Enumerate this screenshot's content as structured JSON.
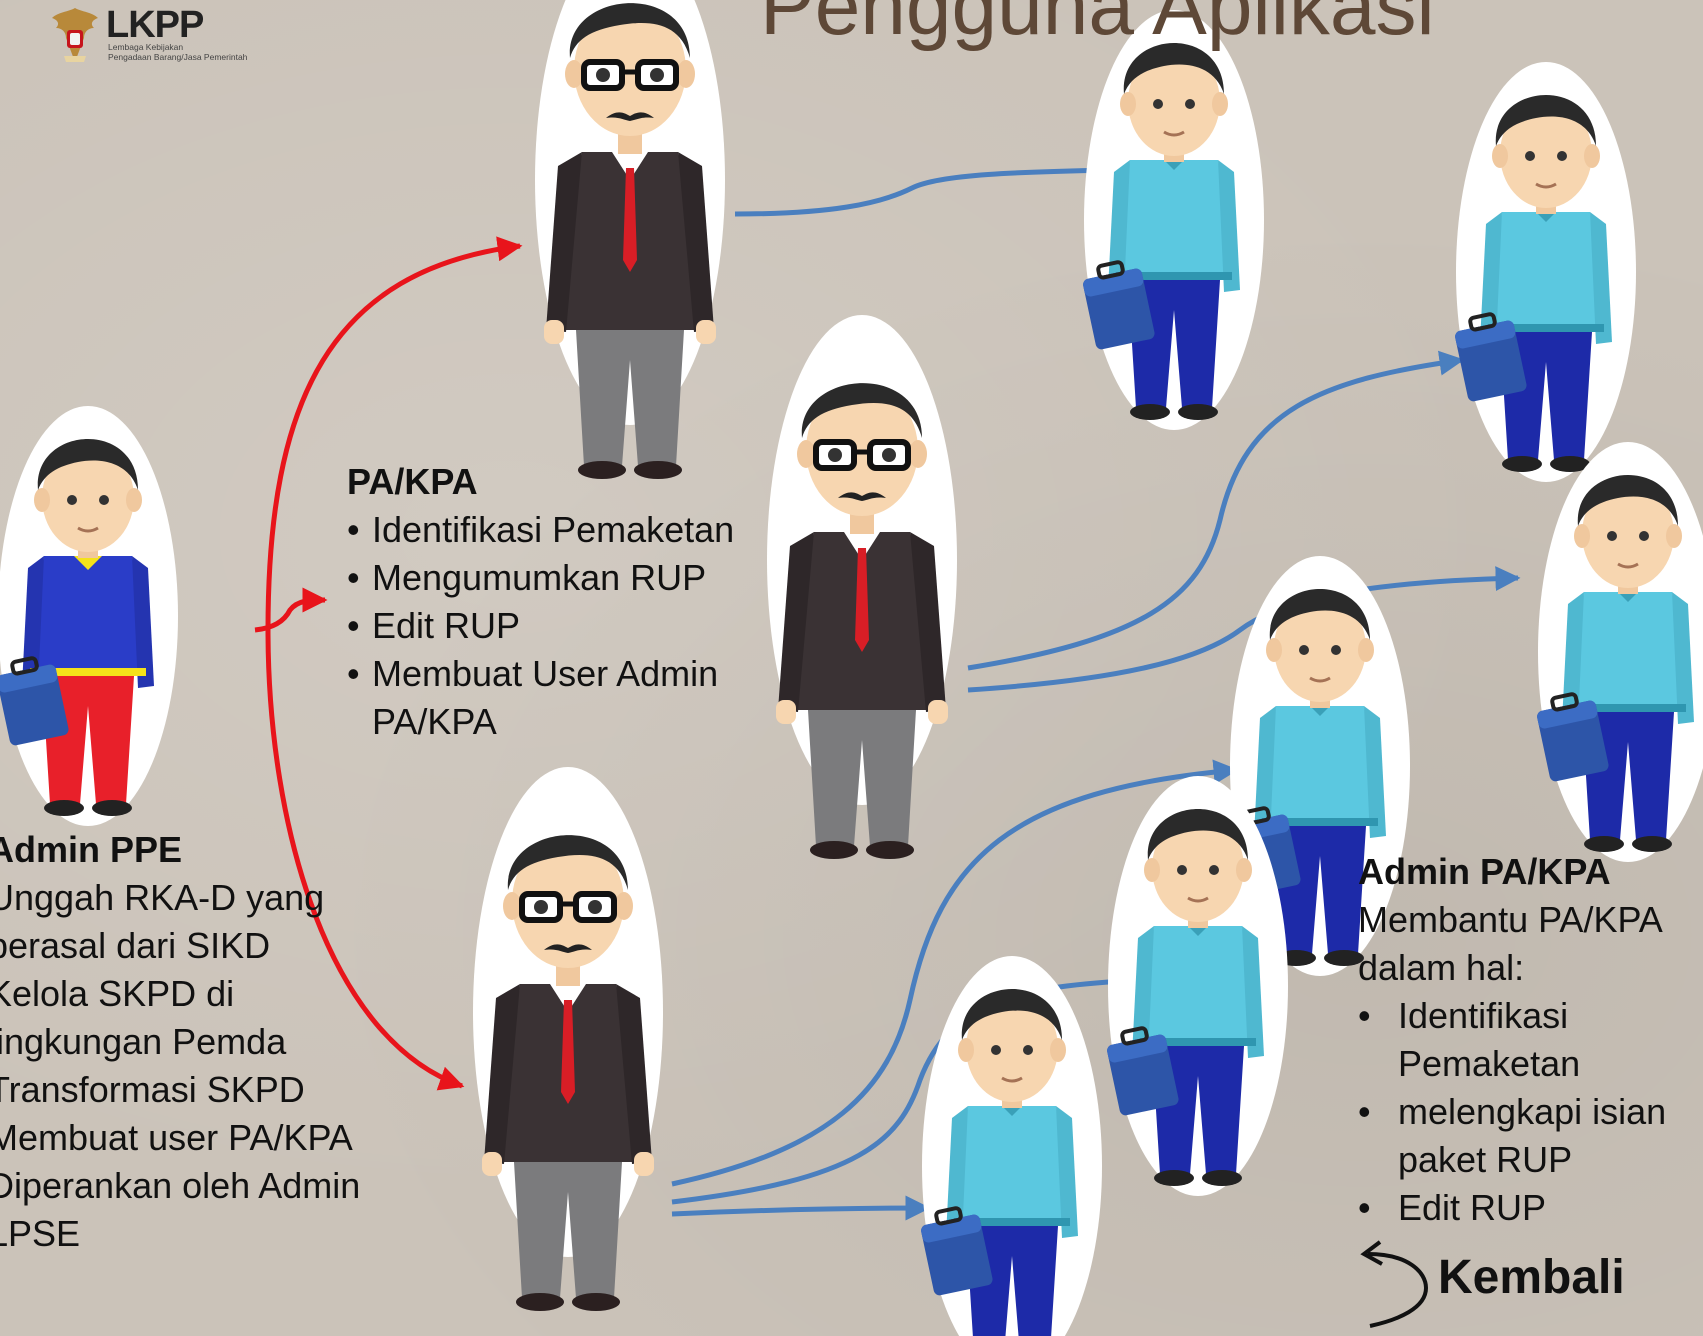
{
  "header": {
    "logo_text": "LKPP",
    "logo_subtitle": "Lembaga Kebijakan\nPengadaan Barang/Jasa Pemerintah",
    "title": "Pengguna Aplikasi"
  },
  "roles": {
    "pa_kpa": {
      "heading": "PA/KPA",
      "items": [
        "Identifikasi Pemaketan",
        "Mengumumkan RUP",
        "Edit RUP",
        "Membuat User Admin",
        "PA/KPA"
      ]
    },
    "admin_ppe": {
      "heading": "Admin PPE",
      "items": [
        "Unggah RKA-D yang",
        "berasal dari SIKD",
        "Kelola SKPD di",
        "lingkungan Pemda",
        "Transformasi SKPD",
        "Membuat user PA/KPA",
        "Diperankan oleh Admin",
        "LPSE"
      ]
    },
    "admin_pa_kpa": {
      "heading": "Admin PA/KPA",
      "intro_line1": "Membantu PA/KPA",
      "intro_line2": "dalam hal:",
      "items": [
        "Identifikasi",
        "Pemaketan",
        "melengkapi isian",
        "paket RUP",
        "Edit RUP"
      ]
    }
  },
  "nav": {
    "back_label": "Kembali"
  },
  "colors": {
    "background": "#cbc3b9",
    "title": "#5e4837",
    "red_arrow": "#e8141b",
    "blue_arrow": "#4a7fbf",
    "suit": "#3a3234",
    "blue_sweater": "#5bc8e0",
    "navy_pants": "#1d2aa8",
    "ppe_sweater": "#2a3dc8",
    "ppe_pants": "#e8202a",
    "tie": "#d81e26",
    "skin": "#f7d6b0",
    "hair": "#2a2a2a"
  }
}
